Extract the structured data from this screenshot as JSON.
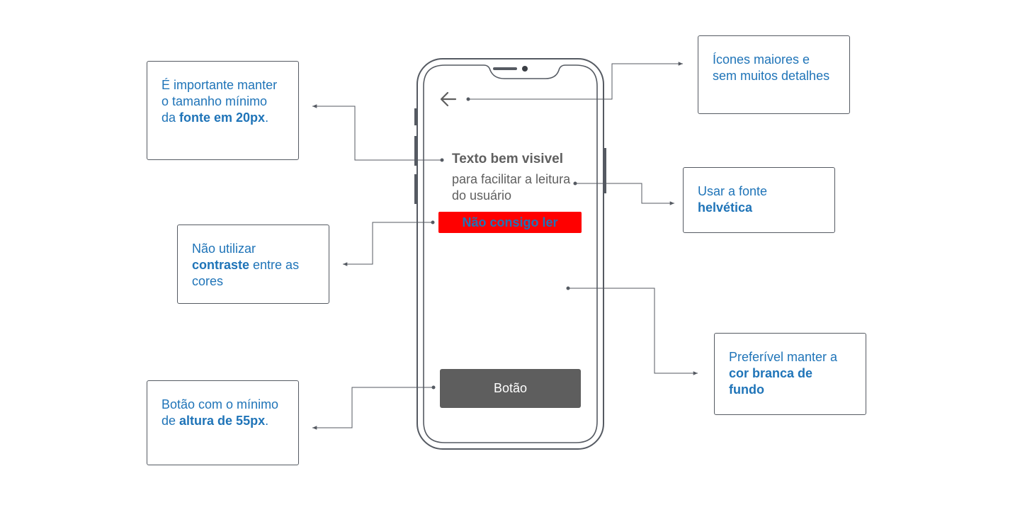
{
  "phone": {
    "title": "Texto bem visivel",
    "body": "para facilitar a leitura do usuário",
    "low_contrast_label": "Não consigo ler",
    "button_label": "Botão"
  },
  "notes": {
    "font_size": {
      "text": "É importante manter o tamanho mínimo da ",
      "bold": "fonte em 20px",
      "after": "."
    },
    "contrast": {
      "text": "Não utilizar ",
      "bold": "contraste",
      "after": " entre as cores"
    },
    "button": {
      "text": "Botão com o mínimo de ",
      "bold": "altura de 55px",
      "after": "."
    },
    "icons": {
      "text": "Ícones maiores e sem muitos detalhes"
    },
    "helvetica": {
      "text": "Usar a fonte ",
      "bold": "helvética"
    },
    "background": {
      "text": "Preferível manter a ",
      "bold": "cor branca de fundo"
    }
  },
  "colors": {
    "annotation_text": "#1f74b8",
    "phone_text": "#5f5f5f",
    "low_contrast_bg": "#ff0000",
    "button_bg": "#5e5e5e",
    "outline": "#555a62"
  }
}
